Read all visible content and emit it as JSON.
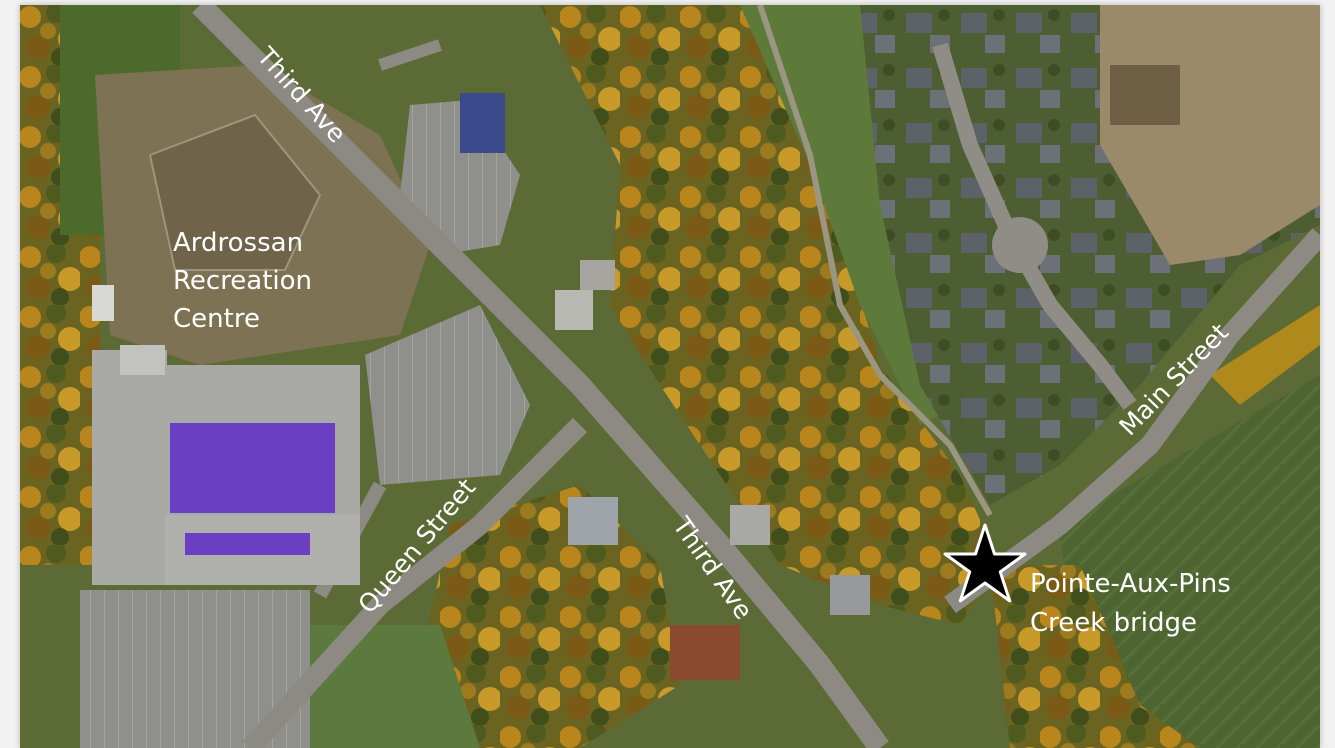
{
  "map": {
    "labels": {
      "recreation_line1": "Ardrossan",
      "recreation_line2": "Recreation",
      "recreation_line3": "Centre",
      "third_ave_north": "Third Ave",
      "third_ave_south": "Third Ave",
      "queen_street": "Queen Street",
      "main_street": "Main Street",
      "bridge_line1": "Pointe-Aux-Pins",
      "bridge_line2": "Creek bridge"
    },
    "marker_icon": "star-icon",
    "colors": {
      "label_text": "#ffffff",
      "roof_purple": "#6a3fc4",
      "marker_fill": "#000000",
      "marker_stroke": "#ffffff"
    }
  }
}
